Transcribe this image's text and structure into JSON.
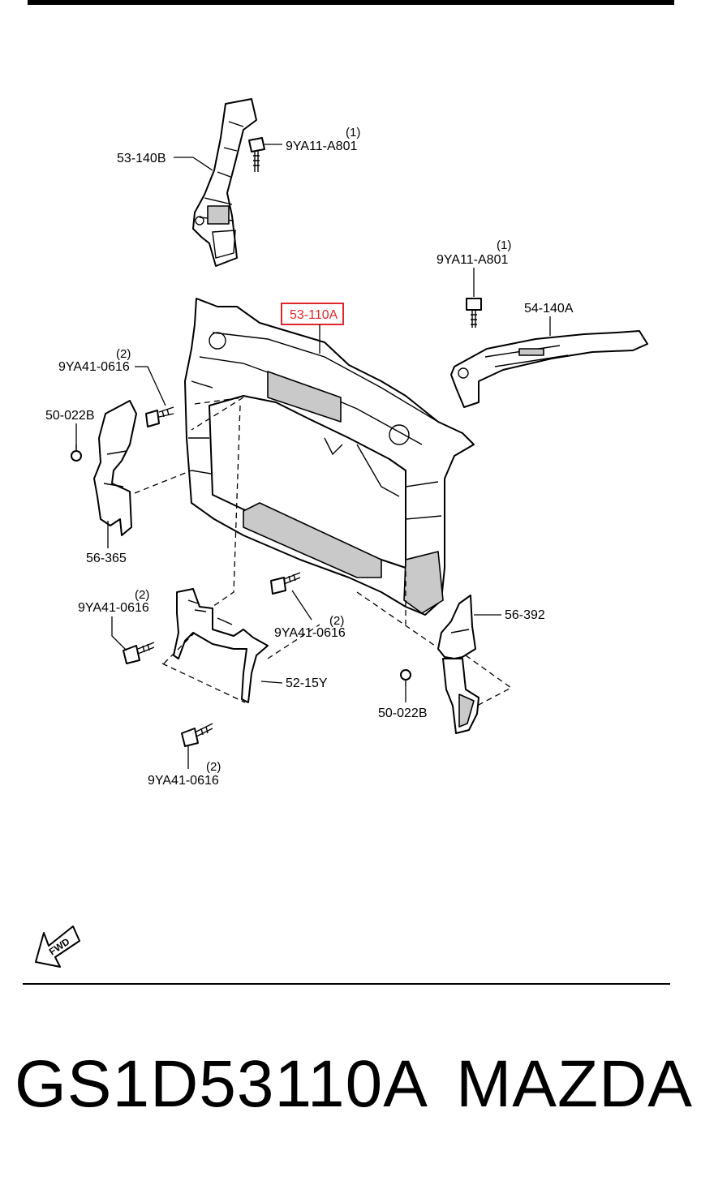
{
  "labels": {
    "p53_140b": "53-140B",
    "bolt_top": "9YA11-A801",
    "bolt_top_qty": "(1)",
    "bolt_right": "9YA11-A801",
    "bolt_right_qty": "(1)",
    "p53_110a": "53-110A",
    "p54_140a": "54-140A",
    "bolt_left_upper": "9YA41-0616",
    "bolt_left_upper_qty": "(2)",
    "p50_022b_left": "50-022B",
    "p56_365": "56-365",
    "bolt_left_lower": "9YA41-0616",
    "bolt_left_lower_qty": "(2)",
    "bolt_center": "9YA41-0616",
    "bolt_center_qty": "(2)",
    "p56_392": "56-392",
    "p52_15y": "52-15Y",
    "p50_022b_right": "50-022B",
    "bolt_bottom": "9YA41-0616",
    "bolt_bottom_qty": "(2)",
    "fwd": "FWD"
  },
  "caption": {
    "part_number": "GS1D53110A",
    "brand": "MAZDA"
  },
  "colors": {
    "highlight": "#e0282c",
    "line": "#000000",
    "part_fill": "#c9c9c9"
  }
}
